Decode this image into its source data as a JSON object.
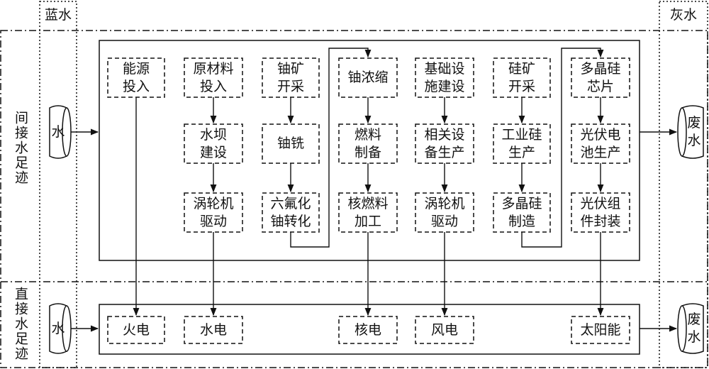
{
  "columns": {
    "blue_water": "蓝水",
    "grey_water": "灰水"
  },
  "rows": {
    "indirect": "间接水足迹",
    "direct": "直接水足迹"
  },
  "input_water": {
    "indirect": "水",
    "direct": "水"
  },
  "output_wastewater": {
    "indirect": "废\n水",
    "direct": "废\n水"
  },
  "chains": {
    "thermal": [
      "能源\n投入"
    ],
    "hydro": [
      "原材料\n投入",
      "水坝\n建设",
      "涡轮机\n驱动"
    ],
    "nuclear_a": [
      "铀矿\n开采",
      "铀铣",
      "六氟化\n铀转化"
    ],
    "nuclear_b": [
      "铀浓缩",
      "燃料\n制备",
      "核燃料\n加工"
    ],
    "wind": [
      "基础设\n施建设",
      "相关设\n备生产",
      "涡轮机\n驱动"
    ],
    "solar_a": [
      "硅矿\n开采",
      "工业硅\n生产",
      "多晶硅\n制造"
    ],
    "solar_b": [
      "多晶硅\n芯片",
      "光伏电\n池生产",
      "光伏组\n件封装"
    ]
  },
  "power_types": {
    "thermal": "火电",
    "hydro": "水电",
    "nuclear": "核电",
    "wind": "风电",
    "solar": "太阳能"
  }
}
